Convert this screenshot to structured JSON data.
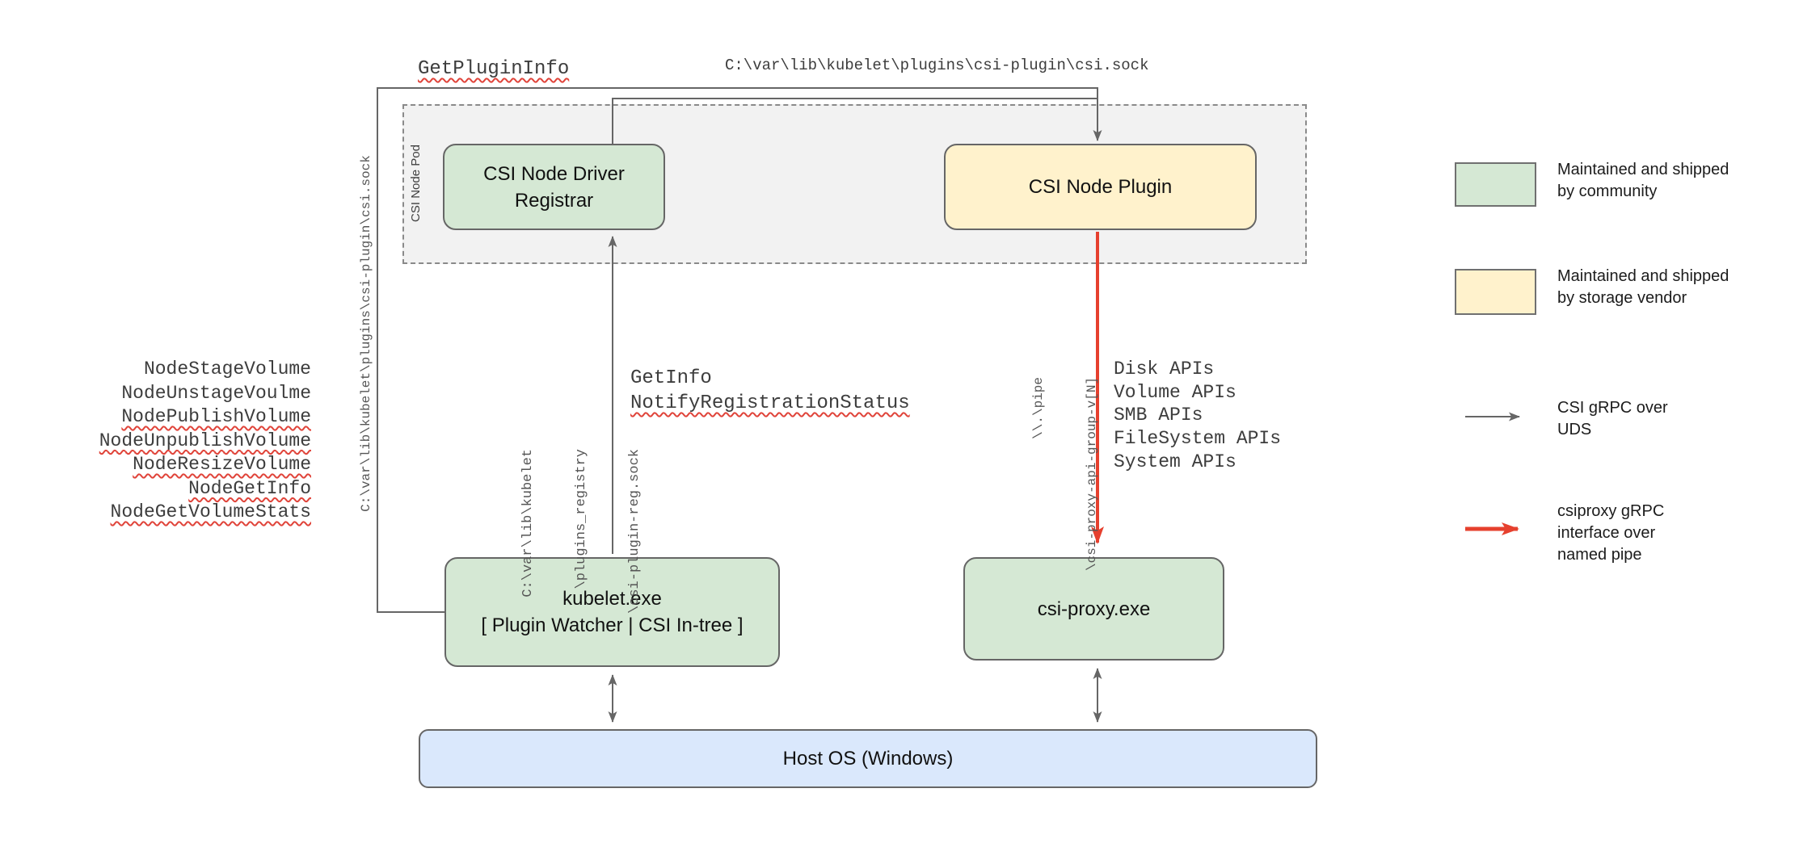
{
  "pod": {
    "label": "CSI Node Pod"
  },
  "boxes": {
    "registrar": "CSI Node Driver Registrar",
    "plugin": "CSI Node Plugin",
    "kubelet_line1": "kubelet.exe",
    "kubelet_line2": "[ Plugin Watcher | CSI In-tree ]",
    "csi_proxy": "csi-proxy.exe",
    "host_os": "Host OS (Windows)"
  },
  "labels": {
    "get_plugin_info": "GetPluginInfo",
    "csi_sock_top": "C:\\var\\lib\\kubelet\\plugins\\csi-plugin\\csi.sock",
    "csi_sock_left": "C:\\var\\lib\\kubelet\\plugins\\csi-plugin\\csi.sock",
    "get_info": "GetInfo",
    "notify_registration_status": "NotifyRegistrationStatus",
    "node_methods": [
      "NodeStageVolume",
      "NodeUnstageVoulme",
      "NodePublishVolume",
      "NodeUnpublishVolume",
      "NodeResizeVolume",
      "NodeGetInfo",
      "NodeGetVolumeStats"
    ],
    "reg_sock_lines": [
      "C:\\var\\lib\\kubelet",
      "\\plugins_registry",
      "\\csi-plugin-reg.sock"
    ],
    "pipe_lines": [
      "\\\\.\\pipe",
      "\\csi-proxy-api-group-v[N]"
    ],
    "api_list": [
      "Disk APIs",
      "Volume APIs",
      "SMB APIs",
      "FileSystem APIs",
      "System APIs"
    ]
  },
  "legend": {
    "community": [
      "Maintained and shipped",
      "by community"
    ],
    "vendor": [
      "Maintained and shipped",
      "by storage vendor"
    ],
    "uds": [
      "CSI gRPC over",
      "UDS"
    ],
    "named_pipe": [
      "csiproxy gRPC",
      "interface over",
      "named pipe"
    ]
  },
  "colors": {
    "community_green": "#d5e8d4",
    "vendor_yellow": "#fff2cc",
    "host_blue": "#dae8fc",
    "line_gray": "#666666",
    "pipe_red": "#e6402e",
    "pod_gray": "#f2f2f2"
  }
}
